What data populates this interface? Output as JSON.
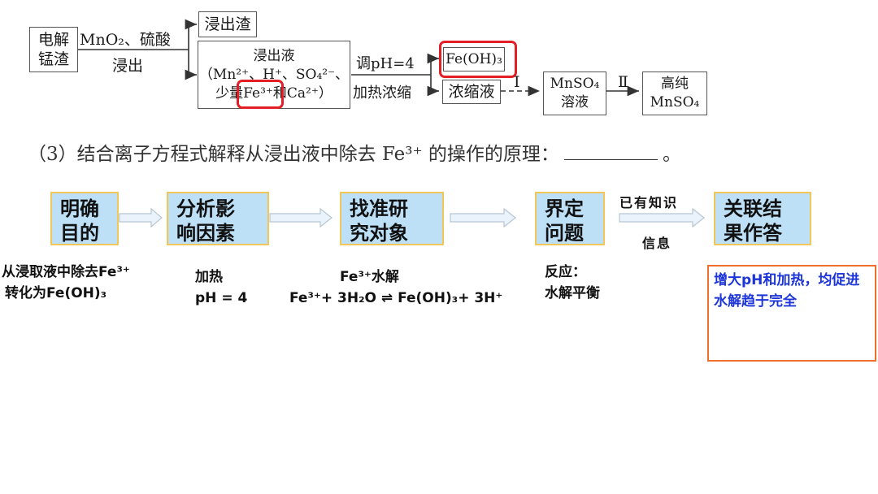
{
  "flow": {
    "start": {
      "l1": "电解",
      "l2": "锰渣"
    },
    "reagent_label": "MnO₂、硫酸",
    "leach_label": "浸出",
    "residue": "浸出渣",
    "leachate_title": "浸出液",
    "leachate_line2": "（Mn²⁺、H⁺、SO₄²⁻、",
    "leachate_line3": "少量Fe³⁺和Ca²⁺）",
    "adjust_ph": "调pH=4",
    "heat_concentrate": "加热浓缩",
    "precipitate": "Fe(OH)₃",
    "concentrate": "浓缩液",
    "step1": "Ⅰ",
    "step2": "Ⅱ",
    "mnso4_solution": {
      "l1": "MnSO₄",
      "l2": "溶液"
    },
    "pure_mnso4": {
      "l1": "高纯",
      "l2": "MnSO₄"
    }
  },
  "question": {
    "text": "（3）结合离子方程式解释从浸出液中除去 Fe³⁺ 的操作的原理：",
    "end": "。"
  },
  "steps": [
    {
      "l1": "明确",
      "l2": "目的"
    },
    {
      "l1": "分析影",
      "l2": "响因素"
    },
    {
      "l1": "找准研",
      "l2": "究对象"
    },
    {
      "l1": "界定",
      "l2": "问题"
    },
    {
      "l1": "关联结",
      "l2": "果作答"
    }
  ],
  "arrow_top_label": "已有知识",
  "arrow_bottom_label": "信息",
  "notes": {
    "goal_l1": "从浸取液中除去Fe³⁺",
    "goal_l2": "转化为Fe(OH)₃",
    "factor_l1": "加热",
    "factor_l2": "pH = 4",
    "object_l1": "Fe³⁺水解",
    "object_l2": "Fe³⁺+ 3H₂O ⇌  Fe(OH)₃+ 3H⁺",
    "problem_l1": "反应：",
    "problem_l2": "水解平衡"
  },
  "answer": "增大pH和加热，均促进水解趋于完全",
  "colors": {
    "highlight": "#e41e25",
    "step_fill": "#bde0f7",
    "step_border": "#f1c75a",
    "answer_text": "#1d35d8",
    "answer_border": "#ef6f2a"
  }
}
